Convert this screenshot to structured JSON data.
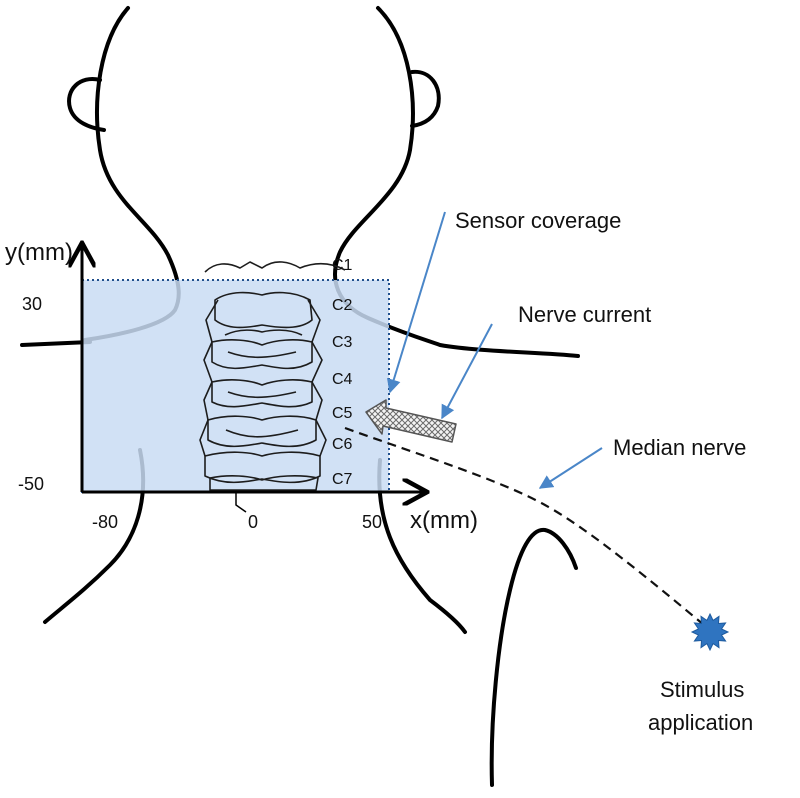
{
  "colors": {
    "sensor_fill": "#c9dcf3",
    "sensor_border": "#1f4e8c",
    "pointer": "#4a86c8",
    "star": "#2f74c0",
    "outline": "#000000"
  },
  "axes": {
    "y_label": "y(mm)",
    "x_label": "x(mm)",
    "y_ticks": [
      "30",
      "-50"
    ],
    "x_ticks": [
      "-80",
      "0",
      "50"
    ]
  },
  "vertebrae": [
    "C1",
    "C2",
    "C3",
    "C4",
    "C5",
    "C6",
    "C7"
  ],
  "labels": {
    "sensor_coverage": "Sensor coverage",
    "nerve_current": "Nerve current",
    "median_nerve": "Median nerve",
    "stimulus_line1": "Stimulus",
    "stimulus_line2": "application"
  },
  "icons": {
    "stimulus": "starburst-icon",
    "current": "hatched-arrow-icon"
  }
}
